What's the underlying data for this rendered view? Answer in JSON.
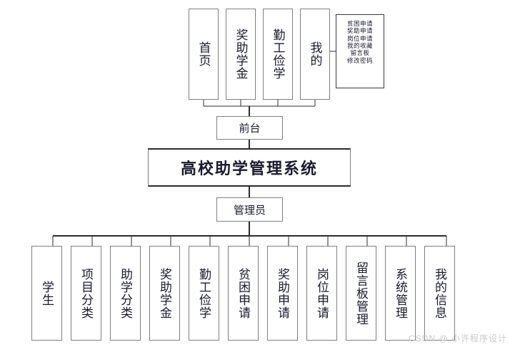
{
  "diagram": {
    "title": "高校助学管理系统",
    "watermark": "CSDN @ 小许程序设计",
    "roles": {
      "front": "前台",
      "admin": "管理员"
    },
    "front_menu": [
      {
        "label": "首页"
      },
      {
        "label": "奖助学金"
      },
      {
        "label": "勤工俭学"
      },
      {
        "label": "我的"
      }
    ],
    "front_my_submenu": [
      "贫困申请",
      "奖助申请",
      "岗位申请",
      "我的收藏",
      "留言板",
      "修改密码"
    ],
    "admin_menu": [
      {
        "label": "学生"
      },
      {
        "label": "项目分类"
      },
      {
        "label": "助学分类"
      },
      {
        "label": "奖助学金"
      },
      {
        "label": "勤工俭学"
      },
      {
        "label": "贫困申请"
      },
      {
        "label": "奖助申请"
      },
      {
        "label": "岗位申请"
      },
      {
        "label": "留言板管理"
      },
      {
        "label": "系统管理"
      },
      {
        "label": "我的信息"
      }
    ],
    "colors": {
      "box_border": "#808080",
      "emphasis_border": "#2b2b2b",
      "line": "#2b2b2b",
      "text": "#1a1a2e",
      "background": "#ffffff",
      "watermark": "#c9c9c9"
    }
  }
}
